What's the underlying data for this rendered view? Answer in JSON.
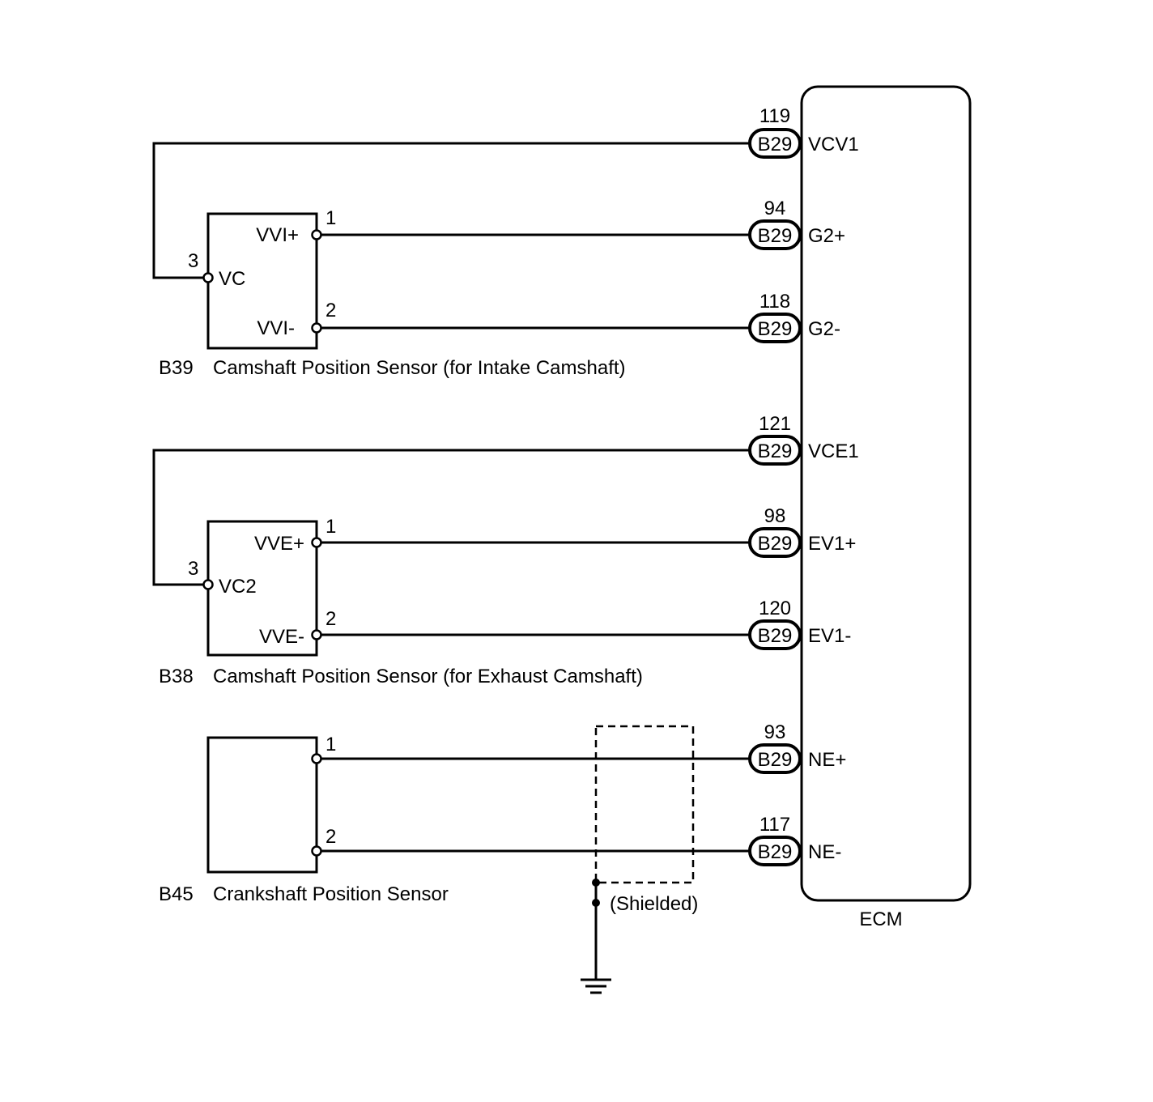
{
  "ecm": {
    "label": "ECM",
    "pins": [
      {
        "number": "119",
        "connector": "B29",
        "signal": "VCV1"
      },
      {
        "number": "94",
        "connector": "B29",
        "signal": "G2+"
      },
      {
        "number": "118",
        "connector": "B29",
        "signal": "G2-"
      },
      {
        "number": "121",
        "connector": "B29",
        "signal": "VCE1"
      },
      {
        "number": "98",
        "connector": "B29",
        "signal": "EV1+"
      },
      {
        "number": "120",
        "connector": "B29",
        "signal": "EV1-"
      },
      {
        "number": "93",
        "connector": "B29",
        "signal": "NE+"
      },
      {
        "number": "117",
        "connector": "B29",
        "signal": "NE-"
      }
    ]
  },
  "sensors": [
    {
      "code": "B39",
      "name": "Camshaft Position Sensor (for Intake Camshaft)",
      "terminals": [
        {
          "pin": "1",
          "label": "VVI+"
        },
        {
          "pin": "2",
          "label": "VVI-"
        },
        {
          "pin": "3",
          "label": "VC"
        }
      ]
    },
    {
      "code": "B38",
      "name": "Camshaft Position Sensor (for Exhaust Camshaft)",
      "terminals": [
        {
          "pin": "1",
          "label": "VVE+"
        },
        {
          "pin": "2",
          "label": "VVE-"
        },
        {
          "pin": "3",
          "label": "VC2"
        }
      ]
    },
    {
      "code": "B45",
      "name": "Crankshaft Position Sensor",
      "terminals": [
        {
          "pin": "1",
          "label": ""
        },
        {
          "pin": "2",
          "label": ""
        }
      ]
    }
  ],
  "shield": {
    "label": "(Shielded)"
  },
  "ground": {
    "icon": "ground-icon"
  }
}
